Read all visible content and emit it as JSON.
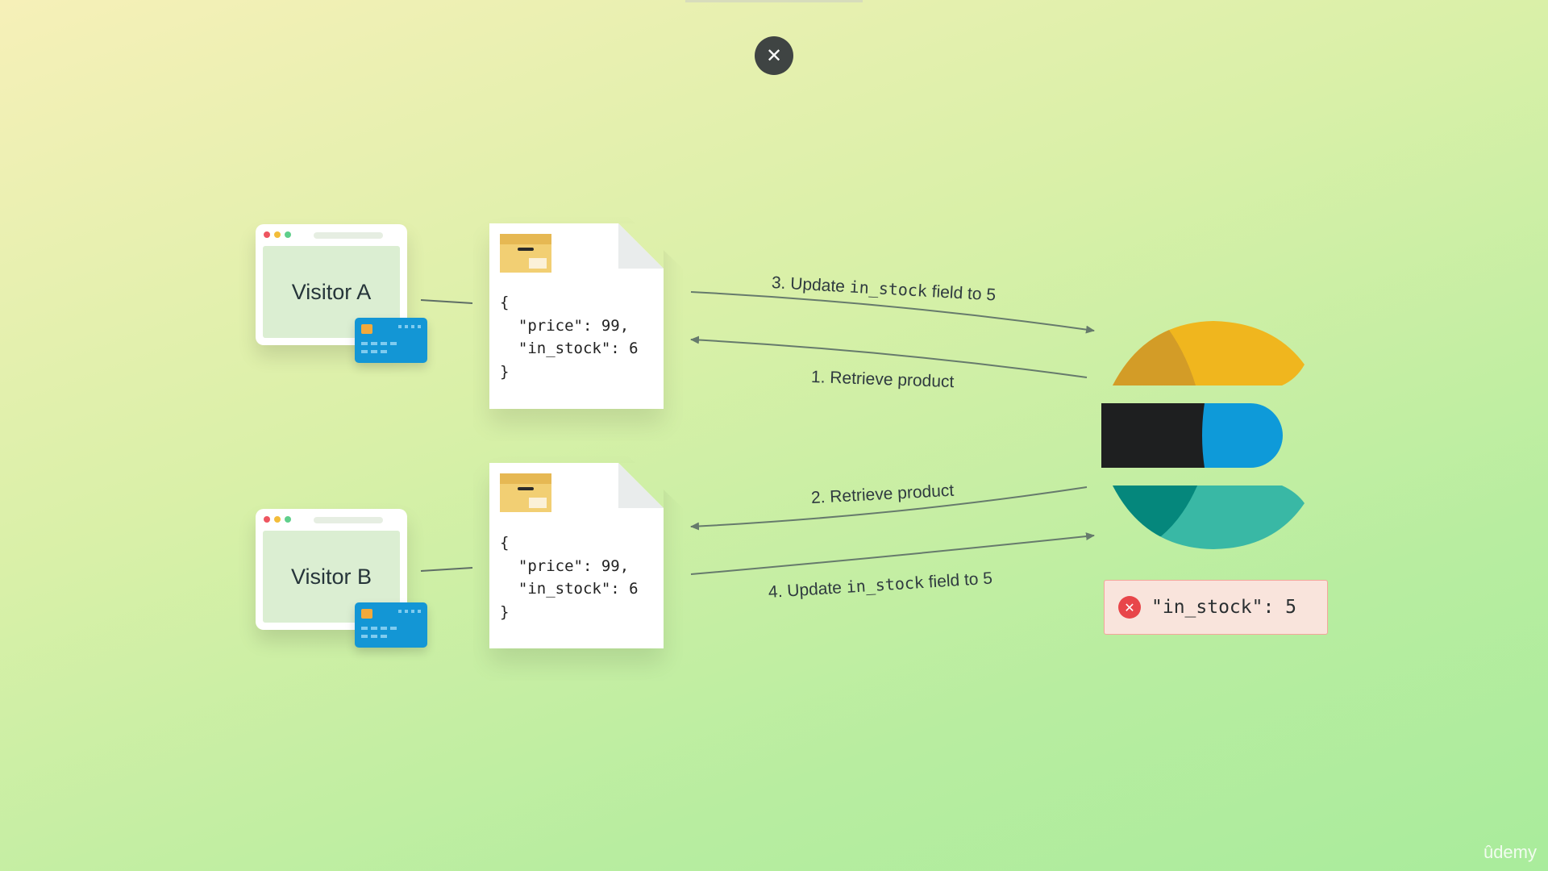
{
  "close_button": {
    "icon": "close-icon",
    "glyph": "✕"
  },
  "visitors": [
    {
      "name": "Visitor A"
    },
    {
      "name": "Visitor B"
    }
  ],
  "documents": [
    {
      "lines": [
        "{",
        "  \"price\": 99,",
        "  \"in_stock\": 6",
        "}"
      ]
    },
    {
      "lines": [
        "{",
        "  \"price\": 99,",
        "  \"in_stock\": 6",
        "}"
      ]
    }
  ],
  "arrows": {
    "step1": {
      "text": "1. Retrieve product"
    },
    "step2": {
      "text": "2. Retrieve product"
    },
    "step3": {
      "prefix": "3. Update ",
      "field": "in_stock",
      "suffix": " field to 5"
    },
    "step4": {
      "prefix": "4. Update ",
      "field": "in_stock",
      "suffix": " field to 5"
    }
  },
  "error": {
    "icon": "error-x-icon",
    "glyph": "✕",
    "text": "\"in_stock\": 5"
  },
  "logo_colors": {
    "yellow": "#f0b61e",
    "dark_yellow": "#d39c27",
    "black": "#1e1f20",
    "blue": "#0e9ad9",
    "teal": "#39b8a5",
    "dark_teal": "#05877c"
  },
  "watermark": "ûdemy"
}
